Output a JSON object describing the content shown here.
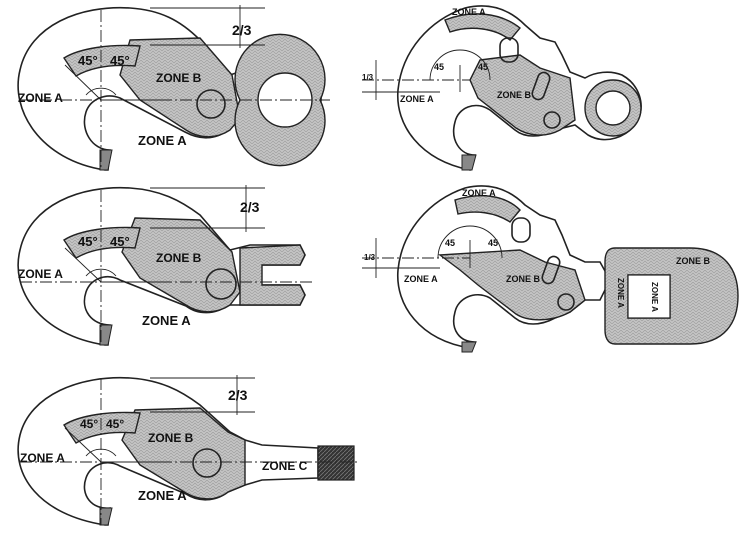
{
  "labels": {
    "zone_a": "ZONE A",
    "zone_b": "ZONE B",
    "zone_c": "ZONE C",
    "two_thirds": "2/3",
    "one_third": "1/3",
    "deg45": "45°",
    "n45": "45"
  },
  "colors": {
    "line": "#222222",
    "shade": "#bdbdbd",
    "thread": "#333333"
  }
}
